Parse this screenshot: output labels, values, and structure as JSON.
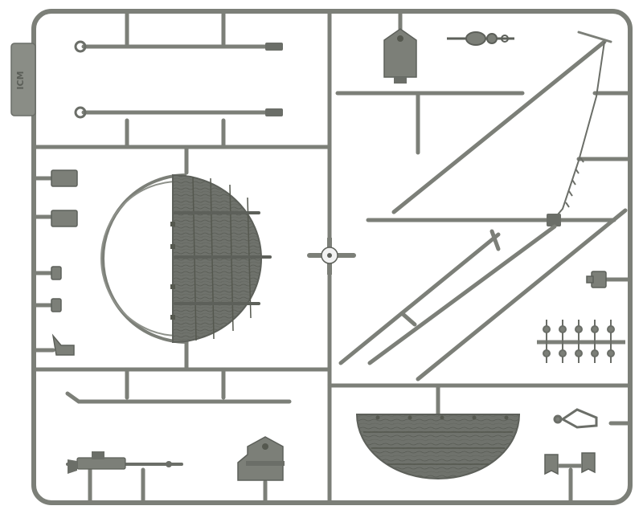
{
  "sprue": {
    "logo_text": "ICM",
    "colors": {
      "background": "#ffffff",
      "plastic": "#7c7f78",
      "plastic_dark": "#5d605a",
      "plastic_light": "#9a9d96",
      "wood": "#6f726c",
      "wood_grain": "#55584f",
      "sticker": "#f2f2f2"
    },
    "parts": [
      "rod-with-eyelet-upper",
      "rod-with-eyelet-lower",
      "round-hatch-lid",
      "open-ring-frame",
      "small-block-parts",
      "hinge-bracket-parts",
      "hanging-bracket",
      "pulley-block",
      "diagonal-boom",
      "hanging-chain",
      "horizontal-spar",
      "diagonal-poles",
      "valve-handle",
      "comb-rack-parts",
      "half-round-hatch",
      "bent-rod",
      "machine-gun",
      "mounting-plate",
      "clamp-part",
      "small-chair-parts"
    ]
  }
}
